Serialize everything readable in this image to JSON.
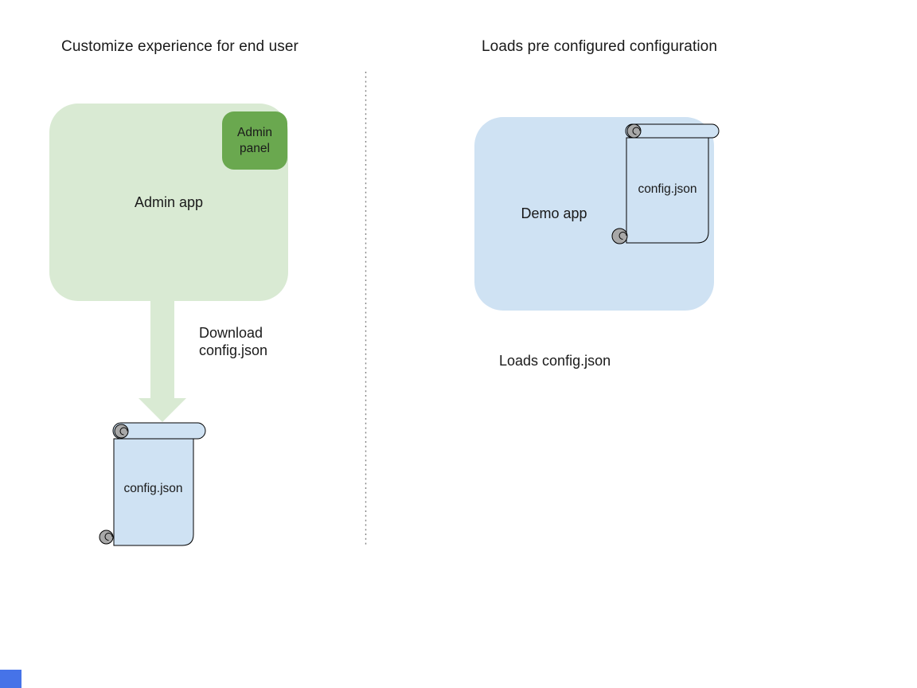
{
  "canvas": {
    "background": "#ffffff"
  },
  "colors": {
    "app_box_green": "#d9ead3",
    "panel_green": "#6aa84f",
    "app_box_blue": "#cfe2f3",
    "scroll_blue": "#cfe2f3",
    "arrow_green": "#d9ead3",
    "curl_gray": "#a8a8a8",
    "divider_gray": "#858585",
    "corner_square_blue": "#4673e8"
  },
  "left_section": {
    "title": "Customize experience for end user",
    "admin_app_label": "Admin app",
    "admin_panel_label": "Admin panel",
    "arrow_caption": "Download\nconfig.json",
    "file_label": "config.json"
  },
  "right_section": {
    "title": "Loads pre configured configuration",
    "demo_app_label": "Demo app",
    "file_label": "config.json",
    "caption": "Loads config.json"
  }
}
